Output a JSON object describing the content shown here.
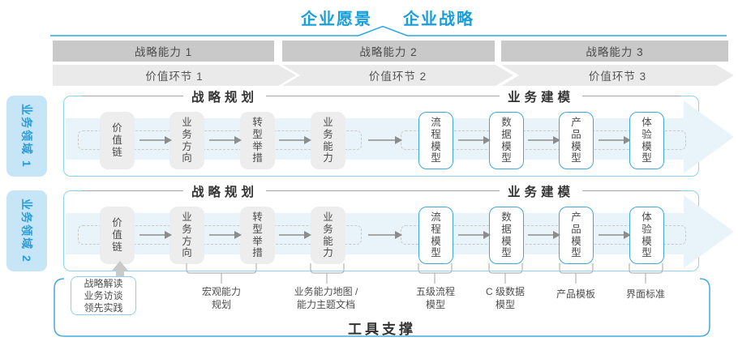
{
  "header": {
    "vision_label": "企业愿景",
    "strategy_label": "企业战略"
  },
  "strategic_capabilities": [
    {
      "label": "战略能力 1"
    },
    {
      "label": "战略能力 2"
    },
    {
      "label": "战略能力 3"
    }
  ],
  "value_links": [
    {
      "label": "价值环节 1"
    },
    {
      "label": "价值环节 2"
    },
    {
      "label": "价值环节 3"
    }
  ],
  "business_domains": [
    {
      "label": "业务领域 1"
    },
    {
      "label": "业务领域 2"
    }
  ],
  "pipeline": {
    "planning_header": "战略规划",
    "modeling_header": "业务建模",
    "planning_boxes": [
      {
        "label": "价值链"
      },
      {
        "label": "业务方向"
      },
      {
        "label": "转型举措"
      },
      {
        "label": "业务能力"
      }
    ],
    "modeling_boxes": [
      {
        "label": "流程模型"
      },
      {
        "label": "数据模型"
      },
      {
        "label": "产品模型"
      },
      {
        "label": "体验模型"
      }
    ]
  },
  "deliverables": {
    "strategy_inputs": {
      "lines": [
        "战略解读",
        "业务访谈",
        "领先实践"
      ]
    },
    "notes": [
      {
        "lines": [
          "宏观能力",
          "规划"
        ]
      },
      {
        "lines": [
          "业务能力地图 /",
          "能力主题文档"
        ]
      },
      {
        "lines": [
          "五级流程",
          "模型"
        ]
      },
      {
        "lines": [
          "C 级数据",
          "模型"
        ]
      },
      {
        "lines": [
          "产品模板"
        ]
      },
      {
        "lines": [
          "界面标准"
        ]
      }
    ]
  },
  "tool_support": {
    "label": "工具支撑"
  },
  "colors": {
    "accent_blue": "#189fd9",
    "row_border_blue": "#90d2ef",
    "model_box_border": "#41a8db",
    "band_blue": "#e8f3fa",
    "domain_bg": "#c6e6f7",
    "bar_gray": "#c9c9c9",
    "chevron_gray": "#eaeaea",
    "tool_border": "#45aadd",
    "bracket_gray": "#b5b5b5"
  }
}
